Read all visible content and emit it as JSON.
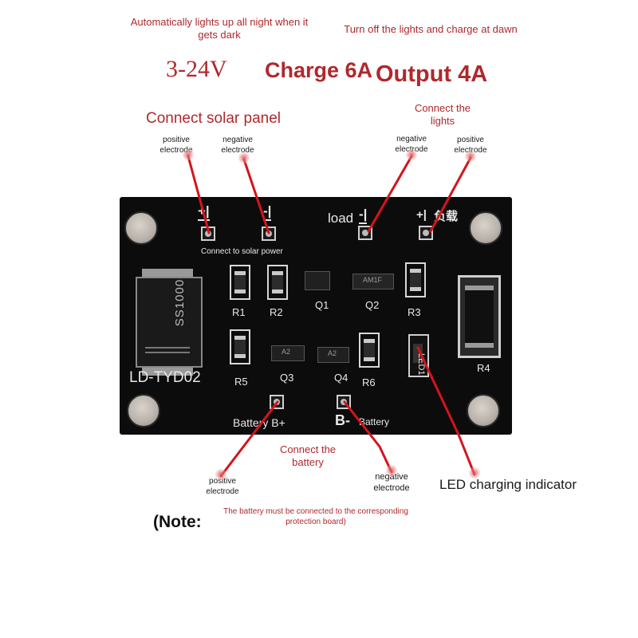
{
  "top": {
    "auto_lights": "Automatically lights up all night when it gets dark",
    "turn_off": "Turn off the lights and charge at dawn"
  },
  "specs": {
    "voltage": "3-24V",
    "charge": "Charge 6A",
    "output": "Output 4A"
  },
  "solar": {
    "heading": "Connect solar panel",
    "positive": "positive electrode",
    "negative": "negative electrode"
  },
  "lights": {
    "heading": "Connect the lights",
    "negative": "negative electrode",
    "positive": "positive electrode"
  },
  "board": {
    "plus_minus_left": "+|",
    "minus_left": "-|",
    "load": "load",
    "load_minus": "-|",
    "plus_right": "+|",
    "load_cn": "负载",
    "connect_solar": "Connect to solar power",
    "model": "LD-TYD02",
    "diode_marking": "SS1000",
    "q2_marking": "AM1F",
    "q3_marking": "A2",
    "q4_marking": "A2",
    "components": [
      "R1",
      "R2",
      "Q1",
      "Q2",
      "R3",
      "R4",
      "R5",
      "Q3",
      "Q4",
      "R6",
      "LED1"
    ],
    "battery_plus": "Battery B+",
    "battery_minus_symbol": "B-",
    "battery_minus_label": "Battery"
  },
  "battery": {
    "heading": "Connect the battery",
    "positive": "positive electrode",
    "negative": "negative electrode"
  },
  "led_label": "LED charging indicator",
  "note": {
    "label": "(Note:",
    "text": "The battery must be connected to the corresponding protection board)"
  },
  "colors": {
    "accent": "#b0282c",
    "board": "#0c0c0c",
    "arrow": "#d4141c"
  }
}
